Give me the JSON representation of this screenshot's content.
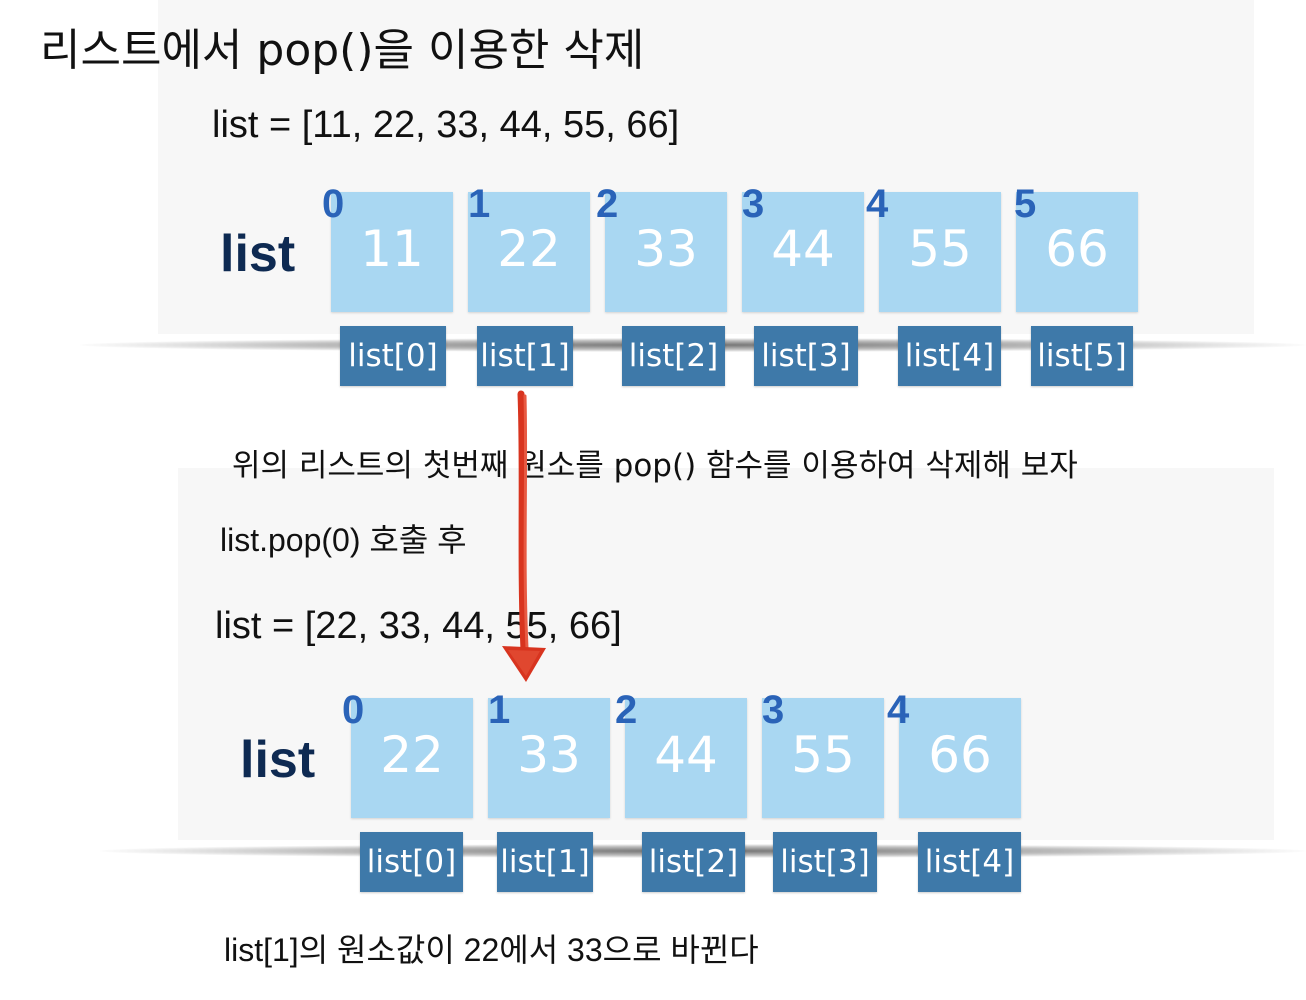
{
  "title": "리스트에서 pop()을 이용한 삭제",
  "before": {
    "code": "list = [11, 22, 33, 44, 55, 66]",
    "label": "list",
    "cells": [
      {
        "index": "0",
        "value": "11",
        "tag": "list[0]"
      },
      {
        "index": "1",
        "value": "22",
        "tag": "list[1]"
      },
      {
        "index": "2",
        "value": "33",
        "tag": "list[2]"
      },
      {
        "index": "3",
        "value": "44",
        "tag": "list[3]"
      },
      {
        "index": "4",
        "value": "55",
        "tag": "list[4]"
      },
      {
        "index": "5",
        "value": "66",
        "tag": "list[5]"
      }
    ]
  },
  "description": "위의 리스트의 첫번째 원소를 pop() 함수를 이용하여 삭제해 보자",
  "call": "list.pop(0) 호출 후",
  "after": {
    "code": "list = [22, 33, 44, 55, 66]",
    "label": "list",
    "cells": [
      {
        "index": "0",
        "value": "22",
        "tag": "list[0]"
      },
      {
        "index": "1",
        "value": "33",
        "tag": "list[1]"
      },
      {
        "index": "2",
        "value": "44",
        "tag": "list[2]"
      },
      {
        "index": "3",
        "value": "55",
        "tag": "list[3]"
      },
      {
        "index": "4",
        "value": "66",
        "tag": "list[4]"
      }
    ]
  },
  "note": "list[1]의 원소값이 22에서 33으로 바뀐다",
  "colors": {
    "cell": "#a9d7f2",
    "index": "#2a63b8",
    "tag": "#3e79a9",
    "arrow": "#d8341f",
    "label": "#0e2a52"
  }
}
